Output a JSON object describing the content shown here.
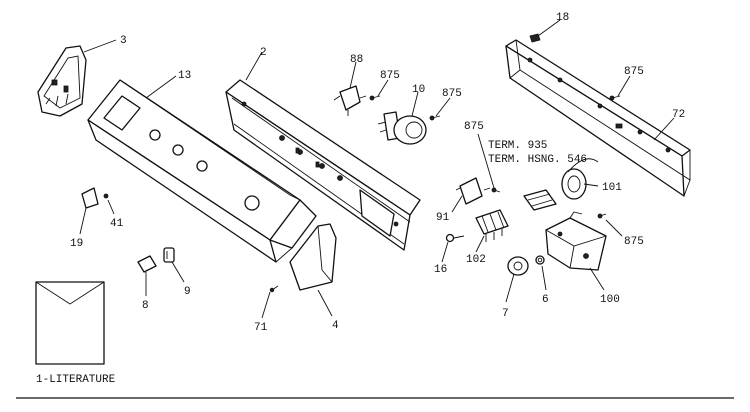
{
  "callouts": {
    "c3": "3",
    "c13": "13",
    "c2": "2",
    "c88": "88",
    "c875a": "875",
    "c10": "10",
    "c875b": "875",
    "c18": "18",
    "c875c": "875",
    "c72": "72",
    "c875d": "875",
    "term935": "TERM. 935",
    "termhsng": "TERM. HSNG. 546",
    "c101": "101",
    "c91": "91",
    "c102": "102",
    "c16": "16",
    "c875e": "875",
    "c100": "100",
    "c6": "6",
    "c7": "7",
    "c19": "19",
    "c41": "41",
    "c8": "8",
    "c9": "9",
    "c71": "71",
    "c4": "4"
  },
  "literature": {
    "label": "1-LITERATURE"
  }
}
